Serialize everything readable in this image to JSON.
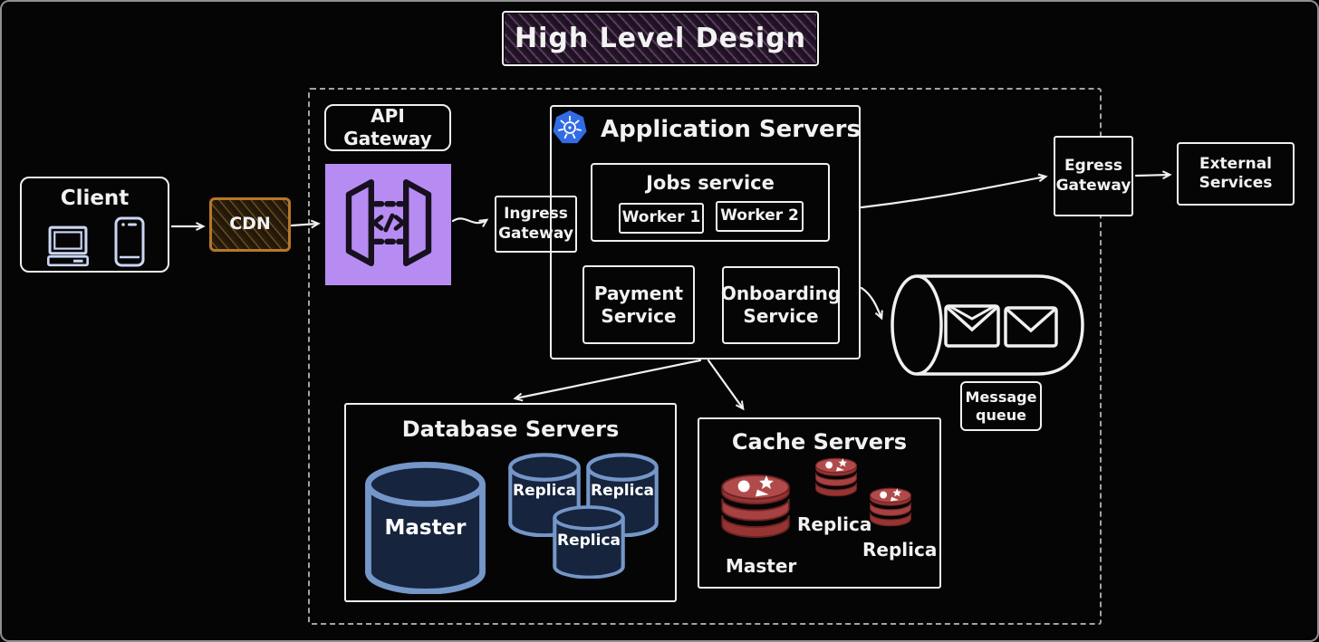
{
  "title": "High Level Design",
  "nodes": {
    "client": {
      "label": "Client"
    },
    "cdn": {
      "label": "CDN"
    },
    "api_gateway": {
      "label": "API Gateway"
    },
    "ingress_gateway": {
      "label": "Ingress\nGateway"
    },
    "application_servers": {
      "title": "Application Servers"
    },
    "jobs_service": {
      "title": "Jobs service",
      "workers": [
        "Worker 1",
        "Worker 2"
      ]
    },
    "payment_service": {
      "label": "Payment\nService"
    },
    "onboarding_service": {
      "label": "Onboarding\nService"
    },
    "egress_gateway": {
      "label": "Egress\nGateway"
    },
    "external_services": {
      "label": "External\nServices"
    },
    "message_queue": {
      "label": "Message\nqueue"
    },
    "database_servers": {
      "title": "Database Servers",
      "master_label": "Master",
      "replica_labels": [
        "Replica",
        "Replica",
        "Replica"
      ]
    },
    "cache_servers": {
      "title": "Cache Servers",
      "master_label": "Master",
      "replica_labels": [
        "Replica",
        "Replica"
      ]
    }
  },
  "edges": [
    {
      "from": "client",
      "to": "cdn"
    },
    {
      "from": "cdn",
      "to": "api-gateway"
    },
    {
      "from": "api-gateway",
      "to": "ingress-gateway"
    },
    {
      "from": "application-servers",
      "to": "egress-gateway"
    },
    {
      "from": "egress-gateway",
      "to": "external-services"
    },
    {
      "from": "application-servers",
      "to": "message-queue"
    },
    {
      "from": "application-servers",
      "to": "database-servers"
    },
    {
      "from": "application-servers",
      "to": "cache-servers"
    }
  ],
  "icons": {
    "client": [
      "desktop-computer-icon",
      "smartphone-icon"
    ],
    "api_gateway": "aws-api-gateway-icon",
    "application_servers": "kubernetes-icon",
    "message_queue": [
      "envelope-icon",
      "envelope-icon"
    ],
    "database_servers": "database-cylinder-icon",
    "cache_servers": "redis-stack-icon"
  },
  "colors": {
    "background": "#050505",
    "stroke": "#f0f0f0",
    "title_stripe": "#5c3a63",
    "cdn_orange": "#b5772b",
    "api_gateway_purple": "#b78cf2",
    "kubernetes_blue": "#326ce5",
    "client_icon_blue": "#ccd6f4",
    "db_fill": "#16243e",
    "db_stroke": "#7496c8",
    "redis_red": "#a84141"
  }
}
